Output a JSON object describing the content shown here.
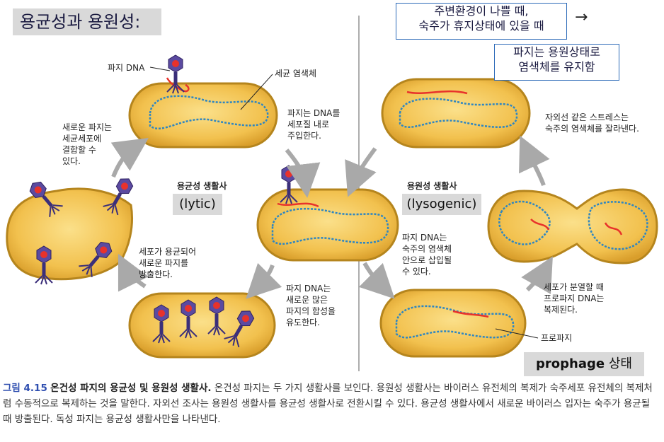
{
  "title": "용균성과 용원성:",
  "note_top": [
    "주변환경이 나쁠 때,",
    "숙주가 휴지상태에 있을 때"
  ],
  "arrow_glyph": "→",
  "note_right": [
    "파지는 용원상태로",
    "염색체를 유지함"
  ],
  "labels": {
    "phage_dna": "파지 DNA",
    "bacterial_chromosome": "세균 염색체",
    "inject": [
      "파지는 DNA를",
      "세포질 내로",
      "주입한다."
    ],
    "new_phage_infect": [
      "새로운 파지는",
      "세균세포에",
      "결합할 수",
      "있다."
    ],
    "lytic_cycle": "용균성 생활사",
    "lytic_en": "(lytic)",
    "lysogenic_cycle": "용원성 생활사",
    "lysogenic_en": "(lysogenic)",
    "stress": [
      "자외선 같은 스트레스는",
      "숙주의 염색체를 잘라낸다."
    ],
    "lysis_release": [
      "세포가 용균되어",
      "새로운 파지를",
      "방출한다."
    ],
    "integrate": [
      "파지 DNA는",
      "숙주의 염색체",
      "안으로 삽입될",
      "수 있다."
    ],
    "synthesis": [
      "파지 DNA는",
      "새로운 많은",
      "파지의 합성을",
      "유도한다."
    ],
    "replicate": [
      "세포가 분열할 때",
      "프로파지 DNA는",
      "복제된다."
    ],
    "prophage": "프로파지"
  },
  "prophage_state": {
    "bold": "prophage",
    "rest": " 상태"
  },
  "caption": {
    "figure": "그림 4.15",
    "title": "온건성 파지의 용균성 및 용원성 생활사.",
    "body": " 온건성 파지는 두 가지 생활사를 보인다. 용원성 생활사는 바이러스 유전체의 복제가 숙주세포 유전체의 복제처럼 수동적으로 복제하는 것을 말한다. 자외선 조사는 용원성 생활사를 용균성 생활사로 전환시킬 수 있다. 용균성 생활사에서 새로운 바이러스 입자는 숙주가 용균될 때 방출된다. 독성 파지는 용균성 생활사만을 나타낸다."
  },
  "colors": {
    "cell_fill": "#f2c14e",
    "cell_border": "#b5851d",
    "bacterial_dna": "#2e86c1",
    "phage_dna": "#e8322b",
    "phage_head": "#5b4aa0",
    "arrow": "#a9a9a9",
    "note_border": "#2c6ab8"
  }
}
